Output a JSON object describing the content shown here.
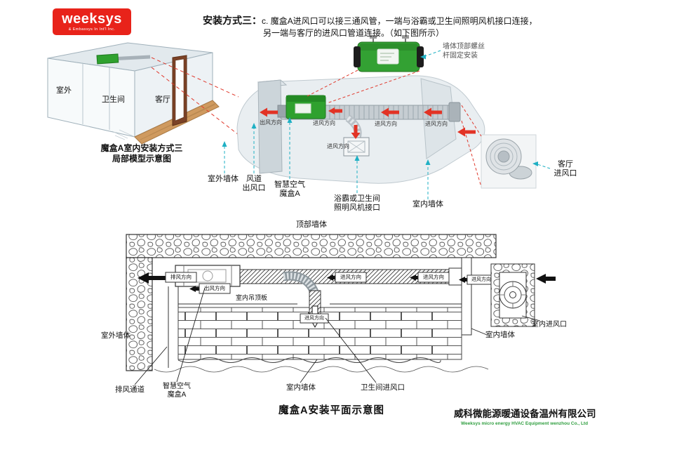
{
  "logo": {
    "brand": "weeksys",
    "tagline": "& Embassys In Int'l Inc."
  },
  "header": {
    "title": "安装方式三：",
    "line1": "c. 魔盒A进风口可以接三通风管，一端与浴霸或卫生间照明风机接口连接，",
    "line2": "另一端与客厅的进风口管道连接。（如下图所示）"
  },
  "model": {
    "room_outdoor": "室外",
    "room_bathroom": "卫生间",
    "room_living": "客厅",
    "caption1": "魔盒A室内安装方式三",
    "caption2": "局部模型示意图"
  },
  "cutaway": {
    "mount1": "墙体顶部螺丝",
    "mount2": "杆固定安装",
    "outflow": "出风方向",
    "inflow": "进风方向",
    "outdoor_wall": "室外墙体",
    "duct_outlet1": "风道",
    "duct_outlet2": "出风口",
    "smartbox1": "智慧空气",
    "smartbox2": "魔盒A",
    "bath_port1": "浴霸或卫生间",
    "bath_port2": "照明风机接口",
    "indoor_wall": "室内墙体",
    "living_inlet1": "客厅",
    "living_inlet2": "进风口"
  },
  "plan": {
    "top_wall": "顶部墙体",
    "exhaust_dir": "排风方向",
    "outlet_dir": "出风方向",
    "inlet_dir": "进风方向",
    "ceiling_panel": "室内吊顶板",
    "outdoor_wall": "室外墙体",
    "exhaust_channel": "排风通道",
    "smartbox1": "智慧空气",
    "smartbox2": "魔盒A",
    "indoor_wall_bottom": "室内墙体",
    "bath_inlet": "卫生间进风口",
    "indoor_wall_right": "室内墙体",
    "indoor_inlet": "室内进风口",
    "caption": "魔盒A安装平面示意图"
  },
  "footer": {
    "company_cn": "威科微能源暖通设备温州有限公司",
    "company_en": "Weeksys micro energy HVAC Equipment wenzhou Co., Ltd"
  },
  "colors": {
    "brand_red": "#e8231a",
    "unit_green": "#2fa12e",
    "leader_teal": "#1fb0c4",
    "arrow_red": "#e23325"
  }
}
